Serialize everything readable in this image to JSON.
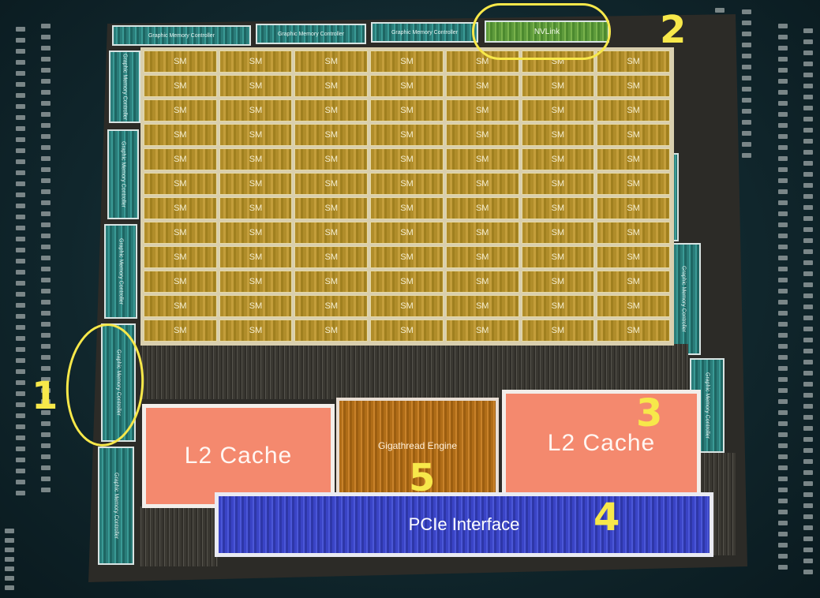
{
  "blocks": {
    "memory_controller_label": "Graphic Memory Controller",
    "nvlink_label": "NVLink",
    "sm_label": "SM",
    "l2_left_label": "L2 Cache",
    "l2_right_label": "L2 Cache",
    "gigathread_label": "Gigathread Engine",
    "pcie_label": "PCIe Interface"
  },
  "annotations": {
    "n1": "1",
    "n2": "2",
    "n3": "3",
    "n4": "4",
    "n5": "5"
  },
  "colors": {
    "sm": "#b08d2a",
    "memory_controller": "#2a7d7a",
    "nvlink": "#5e9b3c",
    "l2_cache": "#f4896e",
    "gigathread": "#b06d18",
    "pcie": "#3a44c6",
    "annotation": "#f7e84a"
  }
}
